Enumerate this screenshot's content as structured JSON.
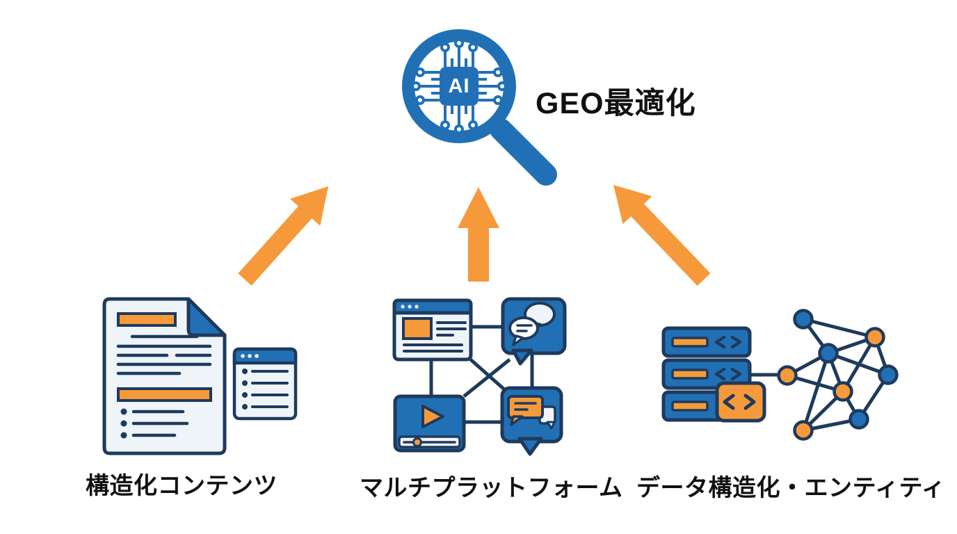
{
  "diagram": {
    "title": "GEO最適化",
    "chip_label": "AI",
    "items": [
      {
        "id": "structured-content",
        "label": "構造化コンテンツ",
        "icon": "document-with-list-icon"
      },
      {
        "id": "multi-platform",
        "label": "マルチプラットフォーム",
        "icon": "connected-platforms-icon"
      },
      {
        "id": "data-entity",
        "label": "データ構造化・エンティティ",
        "icon": "server-knowledge-graph-icon"
      }
    ],
    "arrows": [
      {
        "from": "structured-content",
        "to": "geo-center",
        "direction": "up-right"
      },
      {
        "from": "multi-platform",
        "to": "geo-center",
        "direction": "up"
      },
      {
        "from": "data-entity",
        "to": "geo-center",
        "direction": "up-left"
      }
    ],
    "colors": {
      "blue": "#2170B5",
      "navy": "#1E3A5C",
      "orange": "#F6993A",
      "panel": "#EFF4F9",
      "text": "#111111",
      "background": "#FFFFFF"
    }
  }
}
